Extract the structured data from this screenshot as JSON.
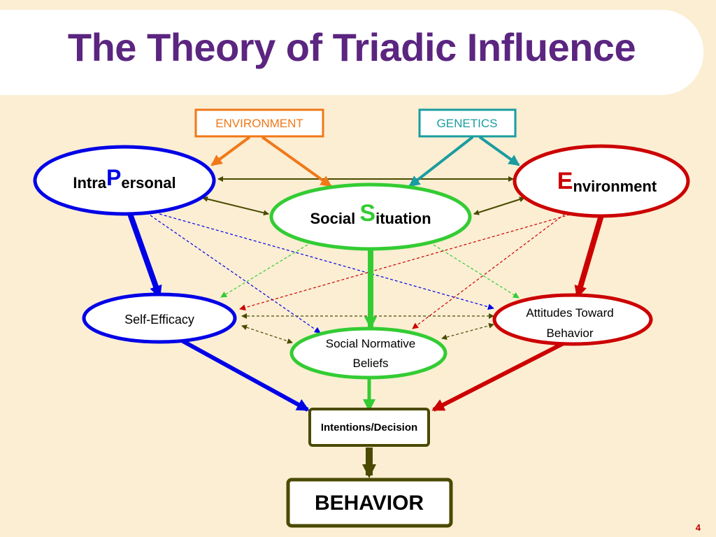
{
  "title": "The Theory of Triadic Influence",
  "boxes": {
    "environment_top": "ENVIRONMENT",
    "genetics": "GENETICS",
    "intentions": "Intentions/Decision",
    "behavior": "BEHAVIOR"
  },
  "nodes": {
    "intrapersonal": {
      "prefix": "Intra",
      "initial": "P",
      "rest": "ersonal"
    },
    "social_situation": {
      "prefix": "Social ",
      "initial": "S",
      "rest": "ituation"
    },
    "environment": {
      "initial": "E",
      "rest": "nvironment"
    },
    "self_efficacy": "Self-Efficacy",
    "social_normative_line1": "Social Normative",
    "social_normative_line2": "Beliefs",
    "attitudes_line1": "Attitudes Toward",
    "attitudes_line2": "Behavior"
  },
  "slide_number": "4",
  "colors": {
    "title": "#5b2580",
    "background": "#fbeed3",
    "blue": "#0000e6",
    "green": "#33cc33",
    "red": "#cc0000",
    "orange": "#f07818",
    "teal": "#1a9ca0",
    "olive": "#4a4a00"
  }
}
